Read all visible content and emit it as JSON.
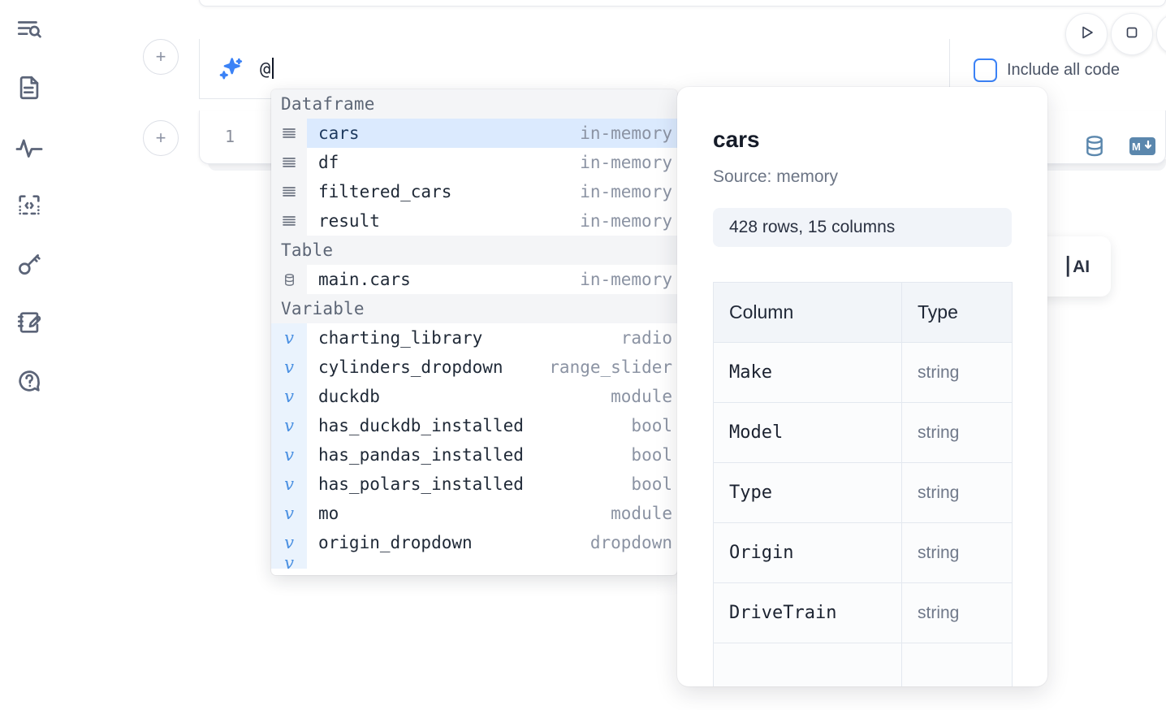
{
  "sidebar": {
    "items": [
      {
        "icon": "outline-search-icon",
        "name": "outline-search"
      },
      {
        "icon": "document-icon",
        "name": "notebook-file"
      },
      {
        "icon": "activity-pulse-icon",
        "name": "activity"
      },
      {
        "icon": "code-brackets-icon",
        "name": "snippets"
      },
      {
        "icon": "key-icon",
        "name": "secrets"
      },
      {
        "icon": "notepad-pencil-icon",
        "name": "scratchpad"
      },
      {
        "icon": "chat-question-icon",
        "name": "help-chat"
      }
    ]
  },
  "toolbar": {
    "run_icon": "play-triangle-icon",
    "stop_icon": "stop-square-icon",
    "extra_icon": "circle-icon",
    "include_all_code_label": "Include all code",
    "include_all_code_checked": false
  },
  "prompt": {
    "icon": "ai-sparkle-icon",
    "value": "@",
    "placeholder": ""
  },
  "cell": {
    "line_number": "1",
    "icons": [
      {
        "name": "database-icon",
        "label": "SQL"
      },
      {
        "name": "markdown-icon",
        "label": "M↓"
      }
    ]
  },
  "add_buttons": [
    {
      "label": "+",
      "name": "add-cell-above"
    },
    {
      "label": "+",
      "name": "add-cell-below"
    }
  ],
  "ai_hint": {
    "text": "▕ AI"
  },
  "autocomplete": {
    "sections": [
      {
        "title": "Dataframe",
        "icon": "dataframe-lines-icon",
        "items": [
          {
            "name": "cars",
            "type": "in-memory",
            "selected": true
          },
          {
            "name": "df",
            "type": "in-memory",
            "selected": false
          },
          {
            "name": "filtered_cars",
            "type": "in-memory",
            "selected": false
          },
          {
            "name": "result",
            "type": "in-memory",
            "selected": false
          }
        ]
      },
      {
        "title": "Table",
        "icon": "database-cylinder-icon",
        "items": [
          {
            "name": "main.cars",
            "type": "in-memory",
            "selected": false
          }
        ]
      },
      {
        "title": "Variable",
        "icon": "variable-v-icon",
        "items": [
          {
            "name": "charting_library",
            "type": "radio",
            "selected": false
          },
          {
            "name": "cylinders_dropdown",
            "type": "range_slider",
            "selected": false
          },
          {
            "name": "duckdb",
            "type": "module",
            "selected": false
          },
          {
            "name": "has_duckdb_installed",
            "type": "bool",
            "selected": false
          },
          {
            "name": "has_pandas_installed",
            "type": "bool",
            "selected": false
          },
          {
            "name": "has_polars_installed",
            "type": "bool",
            "selected": false
          },
          {
            "name": "mo",
            "type": "module",
            "selected": false
          },
          {
            "name": "origin_dropdown",
            "type": "dropdown",
            "selected": false
          }
        ]
      }
    ]
  },
  "info_panel": {
    "title": "cars",
    "source": "Source: memory",
    "shape": "428 rows, 15 columns",
    "headers": [
      "Column",
      "Type"
    ],
    "rows": [
      {
        "column": "Make",
        "type": "string"
      },
      {
        "column": "Model",
        "type": "string"
      },
      {
        "column": "Type",
        "type": "string"
      },
      {
        "column": "Origin",
        "type": "string"
      },
      {
        "column": "DriveTrain",
        "type": "string"
      }
    ]
  },
  "colors": {
    "accent": "#3b82f6",
    "selected_row": "#dbeafe",
    "section_bg": "#f4f5f7",
    "icon_rail": "#5b6478",
    "cell_icon": "#5b87ad"
  }
}
